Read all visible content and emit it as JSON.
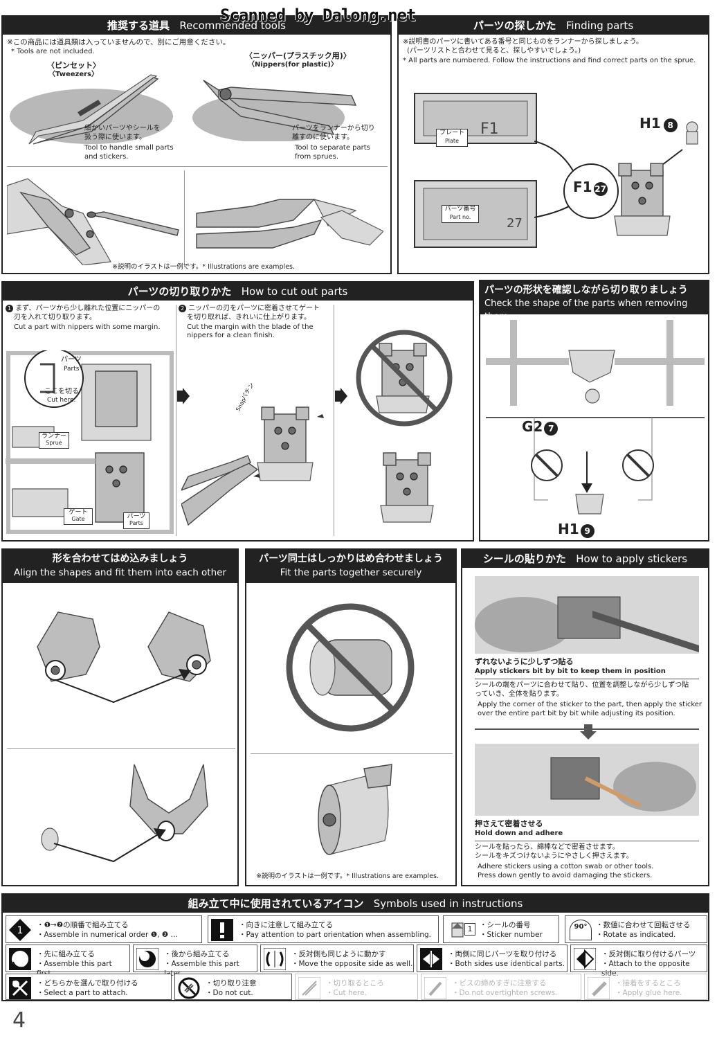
{
  "watermark": "Scanned by Dalong.net",
  "tools": {
    "title_jp": "推奨する道具",
    "title_en": "Recommended tools",
    "note_jp": "※この商品には道具類は入っていませんので、別にご用意ください。",
    "note_en": "* Tools are not included.",
    "tweezers_jp": "〈ピンセット〉",
    "tweezers_en": "〈Tweezers〉",
    "nippers_jp": "〈ニッパー(プラスチック用)〉",
    "nippers_en": "〈Nippers(for plastic)〉",
    "tweezers_desc_jp1": "細かいパーツやシールを",
    "tweezers_desc_jp2": "扱う際に使います。",
    "tweezers_desc_en1": "Tool to handle small parts",
    "tweezers_desc_en2": "and stickers.",
    "nippers_desc_jp1": "パーツをランナーから切り",
    "nippers_desc_jp2": "離すのに使います。",
    "nippers_desc_en1": "Tool to separate parts",
    "nippers_desc_en2": "from sprues.",
    "example_note": "※説明のイラストは一例です。* Illustrations are examples."
  },
  "finding": {
    "title_jp": "パーツの探しかた",
    "title_en": "Finding parts",
    "note_jp1": "※説明書のパーツに書いてある番号と同じものをランナーから探しましょう。",
    "note_jp2": "(パーツリストと合わせて見ると、探しやすいでしょう。)",
    "note_en": "* All parts are numbered. Follow the instructions and find correct parts on the sprue.",
    "plate_jp": "プレート",
    "plate_en": "Plate",
    "plate_code": "F1",
    "partno_jp": "パーツ番号",
    "partno_en": "Part no.",
    "partno_value": "27",
    "label_f1": "F1",
    "label_f1_num": "27",
    "label_h1": "H1",
    "label_h1_num": "8"
  },
  "cutting": {
    "title_jp": "パーツの切り取りかた",
    "title_en": "How to cut out parts",
    "step1_num": "1",
    "step1_jp1": "まず、パーツから少し離れた位置にニッパーの",
    "step1_jp2": "刃を入れて切り取ります。",
    "step1_en": "Cut a part with nippers with some margin.",
    "step2_num": "2",
    "step2_jp1": "ニッパーの刃をパーツに密着させてゲート",
    "step2_jp2": "を切り取れば、きれいに仕上がります。",
    "step2_en1": "Cut the margin with the blade of the",
    "step2_en2": "nippers for a clean finish.",
    "parts_jp": "パーツ",
    "parts_en": "Parts",
    "cuthere_jp": "ここを切る",
    "cuthere_en": "Cut here.",
    "runner_jp": "ランナー",
    "runner_en": "Sprue",
    "gate_jp": "ゲート",
    "gate_en": "Gate",
    "parts2_jp": "パーツ",
    "parts2_en": "Parts",
    "snap_jp": "パチン",
    "snap_en": "Snap"
  },
  "shape": {
    "title_jp": "パーツの形状を確認しながら切り取りましょう",
    "title_en": "Check the shape of the parts when removing them",
    "label_g2": "G2",
    "label_g2_num": "7",
    "label_h1": "H1",
    "label_h1_num": "9"
  },
  "align": {
    "title_jp": "形を合わせてはめ込みましょう",
    "title_en": "Align the shapes and fit them into each other"
  },
  "fit": {
    "title_jp": "パーツ同士はしっかりはめ合わせましょう",
    "title_en": "Fit the parts together securely",
    "example_note": "※説明のイラストは一例です。* Illustrations are examples."
  },
  "stickers": {
    "title_jp": "シールの貼りかた",
    "title_en": "How to apply stickers",
    "s1_head_jp": "ずれないように少しずつ貼る",
    "s1_head_en": "Apply stickers bit by bit to keep them in position",
    "s1_jp1": "シールの端をパーツに合わせて貼り、位置を調整しながら少しずつ貼",
    "s1_jp2": "っていき、全体を貼ります。",
    "s1_en1": "Apply the corner of the sticker to the part, then apply the sticker",
    "s1_en2": "over the entire part bit by bit while adjusting its position.",
    "s2_head_jp": "押さえて密着させる",
    "s2_head_en": "Hold down and adhere",
    "s2_jp1": "シールを貼ったら、綿棒などで密着させます。",
    "s2_jp2": "シールをキズつけないようにやさしく押さえます。",
    "s2_en1": "Adhere stickers using a cotton swab or other tools.",
    "s2_en2": "Press down gently to avoid damaging the stickers."
  },
  "symbols": {
    "title_jp": "組み立て中に使用されているアイコン",
    "title_en": "Symbols used in instructions",
    "items": [
      {
        "jp": "・❶→❷の順番で組み立てる",
        "en": "・Assemble in numerical order ❶, ❷ …"
      },
      {
        "jp": "・向きに注意して組み立てる",
        "en": "・Pay attention to part orientation when assembling."
      },
      {
        "jp": "・シールの番号",
        "en": "・Sticker number",
        "badge": "1"
      },
      {
        "jp": "・数値に合わせて回転させる",
        "en": "・Rotate as indicated.",
        "badge": "90°"
      },
      {
        "jp": "・先に組み立てる",
        "en": "・Assemble this part first."
      },
      {
        "jp": "・後から組み立てる",
        "en": "・Assemble this part later."
      },
      {
        "jp": "・反対側も同じように動かす",
        "en": "・Move the opposite side as well."
      },
      {
        "jp": "・両側に同じパーツを取り付ける",
        "en": "・Both sides use identical parts."
      },
      {
        "jp": "・反対側に取り付けるパーツ",
        "en": "・Attach to the opposite side."
      },
      {
        "jp": "・どちらかを選んで取り付ける",
        "en": "・Select a part to attach."
      },
      {
        "jp": "・切り取り注意",
        "en": "・Do not cut."
      },
      {
        "jp": "・切り取るところ",
        "en": "・Cut here."
      },
      {
        "jp": "・ビスの締めすぎに注意する",
        "en": "・Do not overtighten screws."
      },
      {
        "jp": "・接着をするところ",
        "en": "・Apply glue here."
      }
    ]
  },
  "page_number": "4"
}
